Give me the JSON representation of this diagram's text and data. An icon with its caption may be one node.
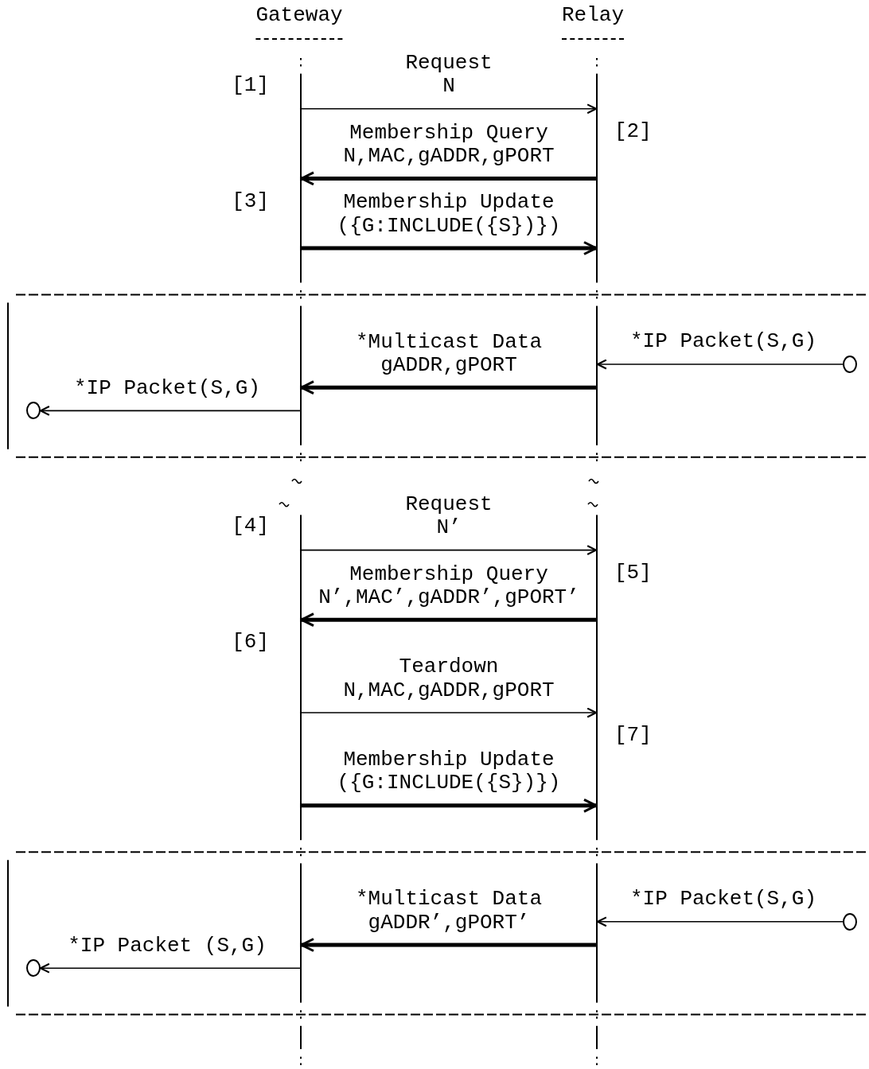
{
  "diagram": {
    "nodes": [
      {
        "text": [
          "Gateway"
        ]
      },
      {
        "text": [
          "Relay"
        ]
      },
      {
        "text": [],
        "shape": "bar"
      },
      {
        "text": [],
        "shape": "bar"
      },
      {
        "text": [],
        "shape": "circle"
      },
      {
        "text": [],
        "shape": "circle"
      },
      {
        "text": [],
        "shape": "circle"
      },
      {
        "text": [],
        "shape": "circle"
      }
    ],
    "edges": [
      {
        "from": 2,
        "to": 3,
        "arrow": "to",
        "label": "Request N"
      },
      {
        "from": 3,
        "to": 2,
        "arrow": "to",
        "label": "Membership Query N,MAC,gADDR,gPORT",
        "style": "thick"
      },
      {
        "from": 2,
        "to": 3,
        "arrow": "to",
        "label": "Membership Update ({G:INCLUDE({S})})",
        "style": "thick"
      },
      {
        "from": 4,
        "to": 3,
        "arrow": "to",
        "label": "*IP Packet(S,G)"
      },
      {
        "from": 3,
        "to": 2,
        "arrow": "to",
        "label": "*Multicast Data gADDR,gPORT",
        "style": "thick"
      },
      {
        "from": 2,
        "to": 5,
        "arrow": "to",
        "label": "*IP Packet(S,G)"
      },
      {
        "from": 2,
        "to": 3,
        "arrow": "to",
        "label": "Request N’"
      },
      {
        "from": 3,
        "to": 2,
        "arrow": "to",
        "label": "Membership Query N’,MAC’,gADDR’,gPORT’",
        "style": "thick"
      },
      {
        "from": 2,
        "to": 3,
        "arrow": "to",
        "label": "Teardown N,MAC,gADDR,gPORT"
      },
      {
        "from": 2,
        "to": 3,
        "arrow": "to",
        "label": "Membership Update ({G:INCLUDE({S})})",
        "style": "thick"
      },
      {
        "from": 6,
        "to": 3,
        "arrow": "to",
        "label": "*IP Packet(S,G)"
      },
      {
        "from": 3,
        "to": 2,
        "arrow": "to",
        "label": "*Multicast Data gADDR’,gPORT’",
        "style": "thick"
      },
      {
        "from": 2,
        "to": 7,
        "arrow": "to",
        "label": "*IP Packet (S,G)"
      }
    ],
    "labels": [
      "[1]",
      "[2]",
      "[3]",
      "[4]",
      "[5]",
      "[6]",
      "[7]"
    ]
  }
}
